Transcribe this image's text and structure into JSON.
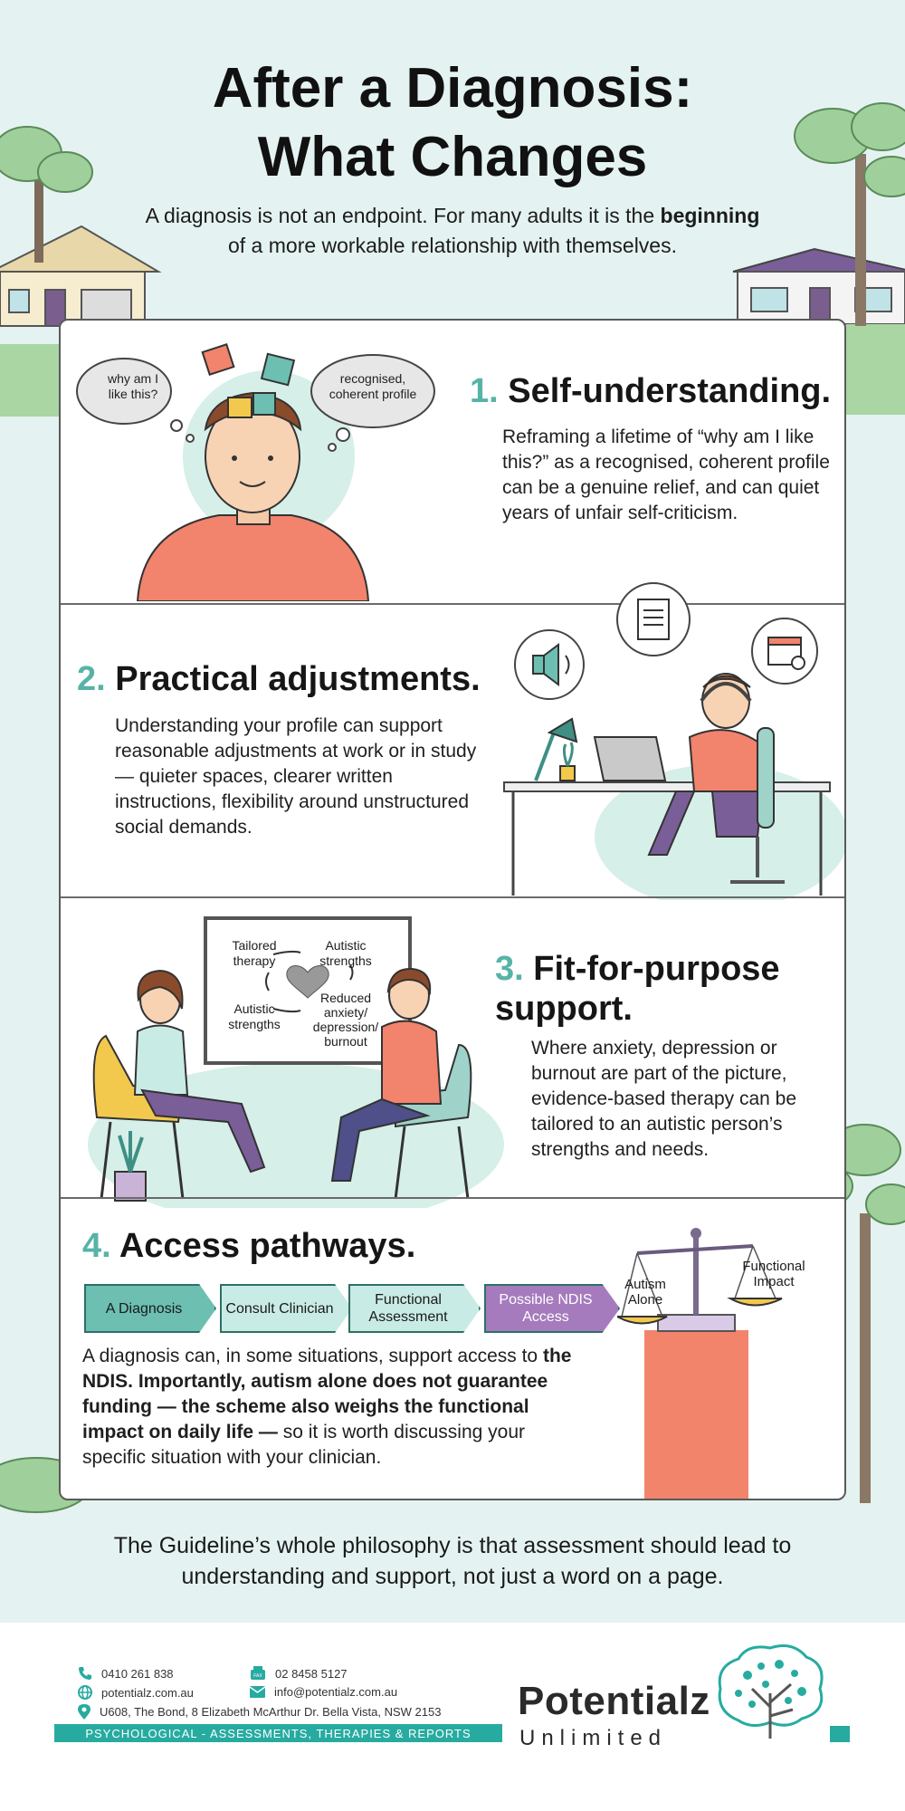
{
  "header": {
    "title_line1": "After a Diagnosis:",
    "title_line2": "What Changes",
    "intro_part1": "A diagnosis is not an endpoint. For many adults it is the",
    "intro_bold": "beginning",
    "intro_part2": "of a more workable relationship with themselves."
  },
  "sections": [
    {
      "number": "1.",
      "title": "Self-understanding.",
      "body": "Reframing a lifetime of “why am I like this?” as a recognised, coherent profile can be a genuine relief, and can quiet years of unfair self-criticism.",
      "bubble_left": "why am I like this?",
      "bubble_right": "recognised, coherent profile"
    },
    {
      "number": "2.",
      "title": "Practical adjustments.",
      "body": "Understanding your profile can support reasonable adjustments at work or in study — quieter spaces, clearer written instructions, flexibility around unstructured social demands."
    },
    {
      "number": "3.",
      "title": "Fit-for-purpose support.",
      "body": "Where anxiety, depression or burnout are part of the picture, evidence-based therapy can be tailored to an autistic person’s strengths and needs.",
      "board": {
        "tl": "Tailored therapy",
        "tr": "Autistic strengths",
        "bl": "Autistic strengths",
        "br": "Reduced anxiety/ depression/ burnout"
      }
    },
    {
      "number": "4.",
      "title": "Access pathways.",
      "steps": [
        "A Diagnosis",
        "Consult Clinician",
        "Functional Assessment",
        "Possible NDIS Access"
      ],
      "body_part1": "A diagnosis can, in some situations, support access to",
      "body_bold": "the NDIS. Importantly, autism alone does not guarantee funding — the scheme also weighs the functional impact on daily life —",
      "body_part2": "so it is worth discussing your specific situation with your clinician.",
      "scale_left": "Autism Alone",
      "scale_right": "Functional Impact"
    }
  ],
  "closing": "The Guideline’s whole philosophy is that assessment should lead to understanding and support, not just a word on a page.",
  "footer": {
    "phone": "0410  261 838",
    "fax": "02 8458 5127",
    "website": "potentialz.com.au",
    "email": "info@potentialz.com.au",
    "address": "U608, The Bond, 8 Elizabeth McArthur Dr. Bella Vista, NSW 2153",
    "tagline": "PSYCHOLOGICAL - ASSESSMENTS, THERAPIES & REPORTS",
    "brand_name": "Potentialz",
    "brand_sub": "Unlimited",
    "fax_icon_label": "FAX"
  },
  "colors": {
    "background": "#e4f3f1",
    "teal_accent": "#57b3a7",
    "brand_teal": "#27aba0",
    "purple": "#a57bbd",
    "coral": "#f3846c"
  },
  "icons": [
    "phone-icon",
    "fax-icon",
    "globe-icon",
    "mail-icon",
    "location-pin-icon",
    "brain-tree-logo-icon",
    "speaker-icon",
    "document-icon",
    "calendar-icon",
    "heart-icon",
    "puzzle-icon"
  ]
}
